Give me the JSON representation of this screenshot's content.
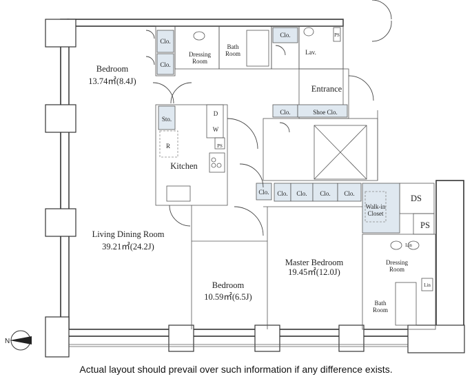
{
  "rooms": {
    "bedroom1": {
      "name": "Bedroom",
      "area": "13.74㎡(8.4J)"
    },
    "living": {
      "name": "Living Dining Room",
      "area": "39.21㎡(24.2J)"
    },
    "bedroom2": {
      "name": "Bedroom",
      "area": "10.59㎡(6.5J)"
    },
    "master": {
      "name": "Master Bedroom",
      "area": "19.45㎡(12.0J)"
    },
    "kitchen": "Kitchen",
    "entrance": "Entrance",
    "dressing1": [
      "Dressing",
      "Room"
    ],
    "bath1": [
      "Bath",
      "Room"
    ],
    "lav": "Lav.",
    "walkin": [
      "Walk-in",
      "Closet"
    ],
    "dressing2": [
      "Dressing",
      "Room"
    ],
    "bath2": [
      "Bath",
      "Room"
    ]
  },
  "labels": {
    "clo": "Clo.",
    "sto": "Sto.",
    "shoe_clo": "Shoe Clo.",
    "ps": "PS",
    "ds": "DS",
    "lin": "Lin",
    "d": "D",
    "w": "W",
    "r": "R"
  },
  "compass": "N",
  "caption": "Actual layout should prevail over such information if any difference exists."
}
